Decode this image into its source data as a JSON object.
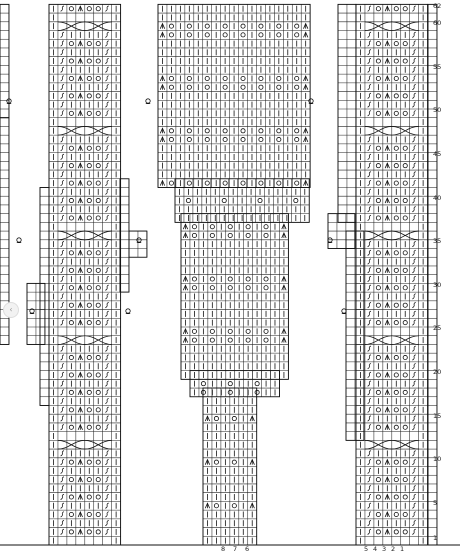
{
  "chart": {
    "row_labels": [
      "62",
      "60",
      "55",
      "50",
      "45",
      "40",
      "35",
      "30",
      "25",
      "20",
      "15",
      "10",
      "5",
      "1"
    ],
    "bottom_labels_center": [
      "8",
      "7",
      "6"
    ],
    "bottom_labels_right": [
      "5",
      "4",
      "3",
      "2",
      "1"
    ]
  },
  "chart_data": {
    "type": "knitting-chart",
    "row_numbers_shown": [
      62,
      60,
      55,
      50,
      45,
      40,
      35,
      30,
      25,
      20,
      15,
      10,
      5,
      1
    ],
    "symbols": [
      "yarn-over",
      "knit",
      "purl-dash",
      "decrease",
      "twisted-stitch",
      "cable-cross"
    ],
    "stitch_columns_labeled": [
      1,
      2,
      3,
      4,
      5,
      6,
      7,
      8
    ]
  },
  "ui": {
    "nav_arrow": "‹"
  }
}
